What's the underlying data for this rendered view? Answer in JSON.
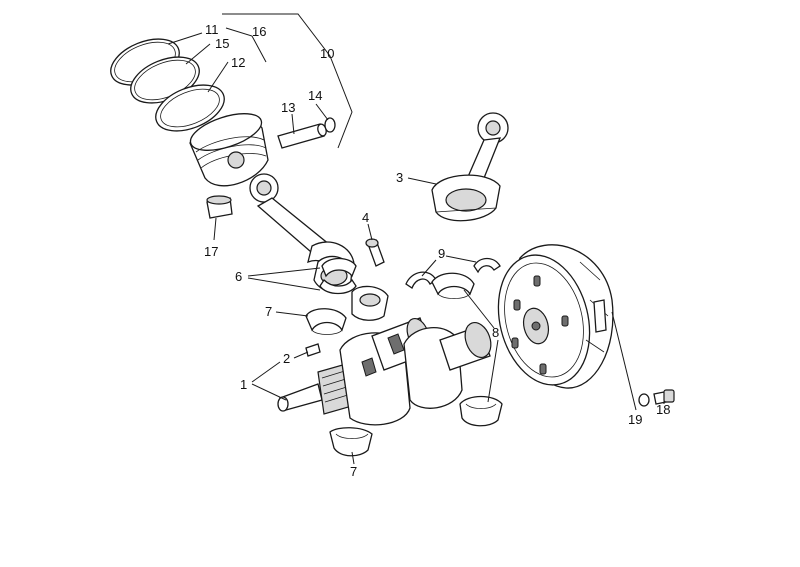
{
  "labels": {
    "l1": "1",
    "l2": "2",
    "l3": "3",
    "l4": "4",
    "l6": "6",
    "l7a": "7",
    "l7b": "7",
    "l8": "8",
    "l9": "9",
    "l10": "10",
    "l11": "11",
    "l12": "12",
    "l13": "13",
    "l14": "14",
    "l15": "15",
    "l16": "16",
    "l17": "17",
    "l18": "18",
    "l19": "19"
  },
  "colors": {
    "ink": "#1a1a1a",
    "background": "#ffffff",
    "shade": "#d9d9d9"
  }
}
